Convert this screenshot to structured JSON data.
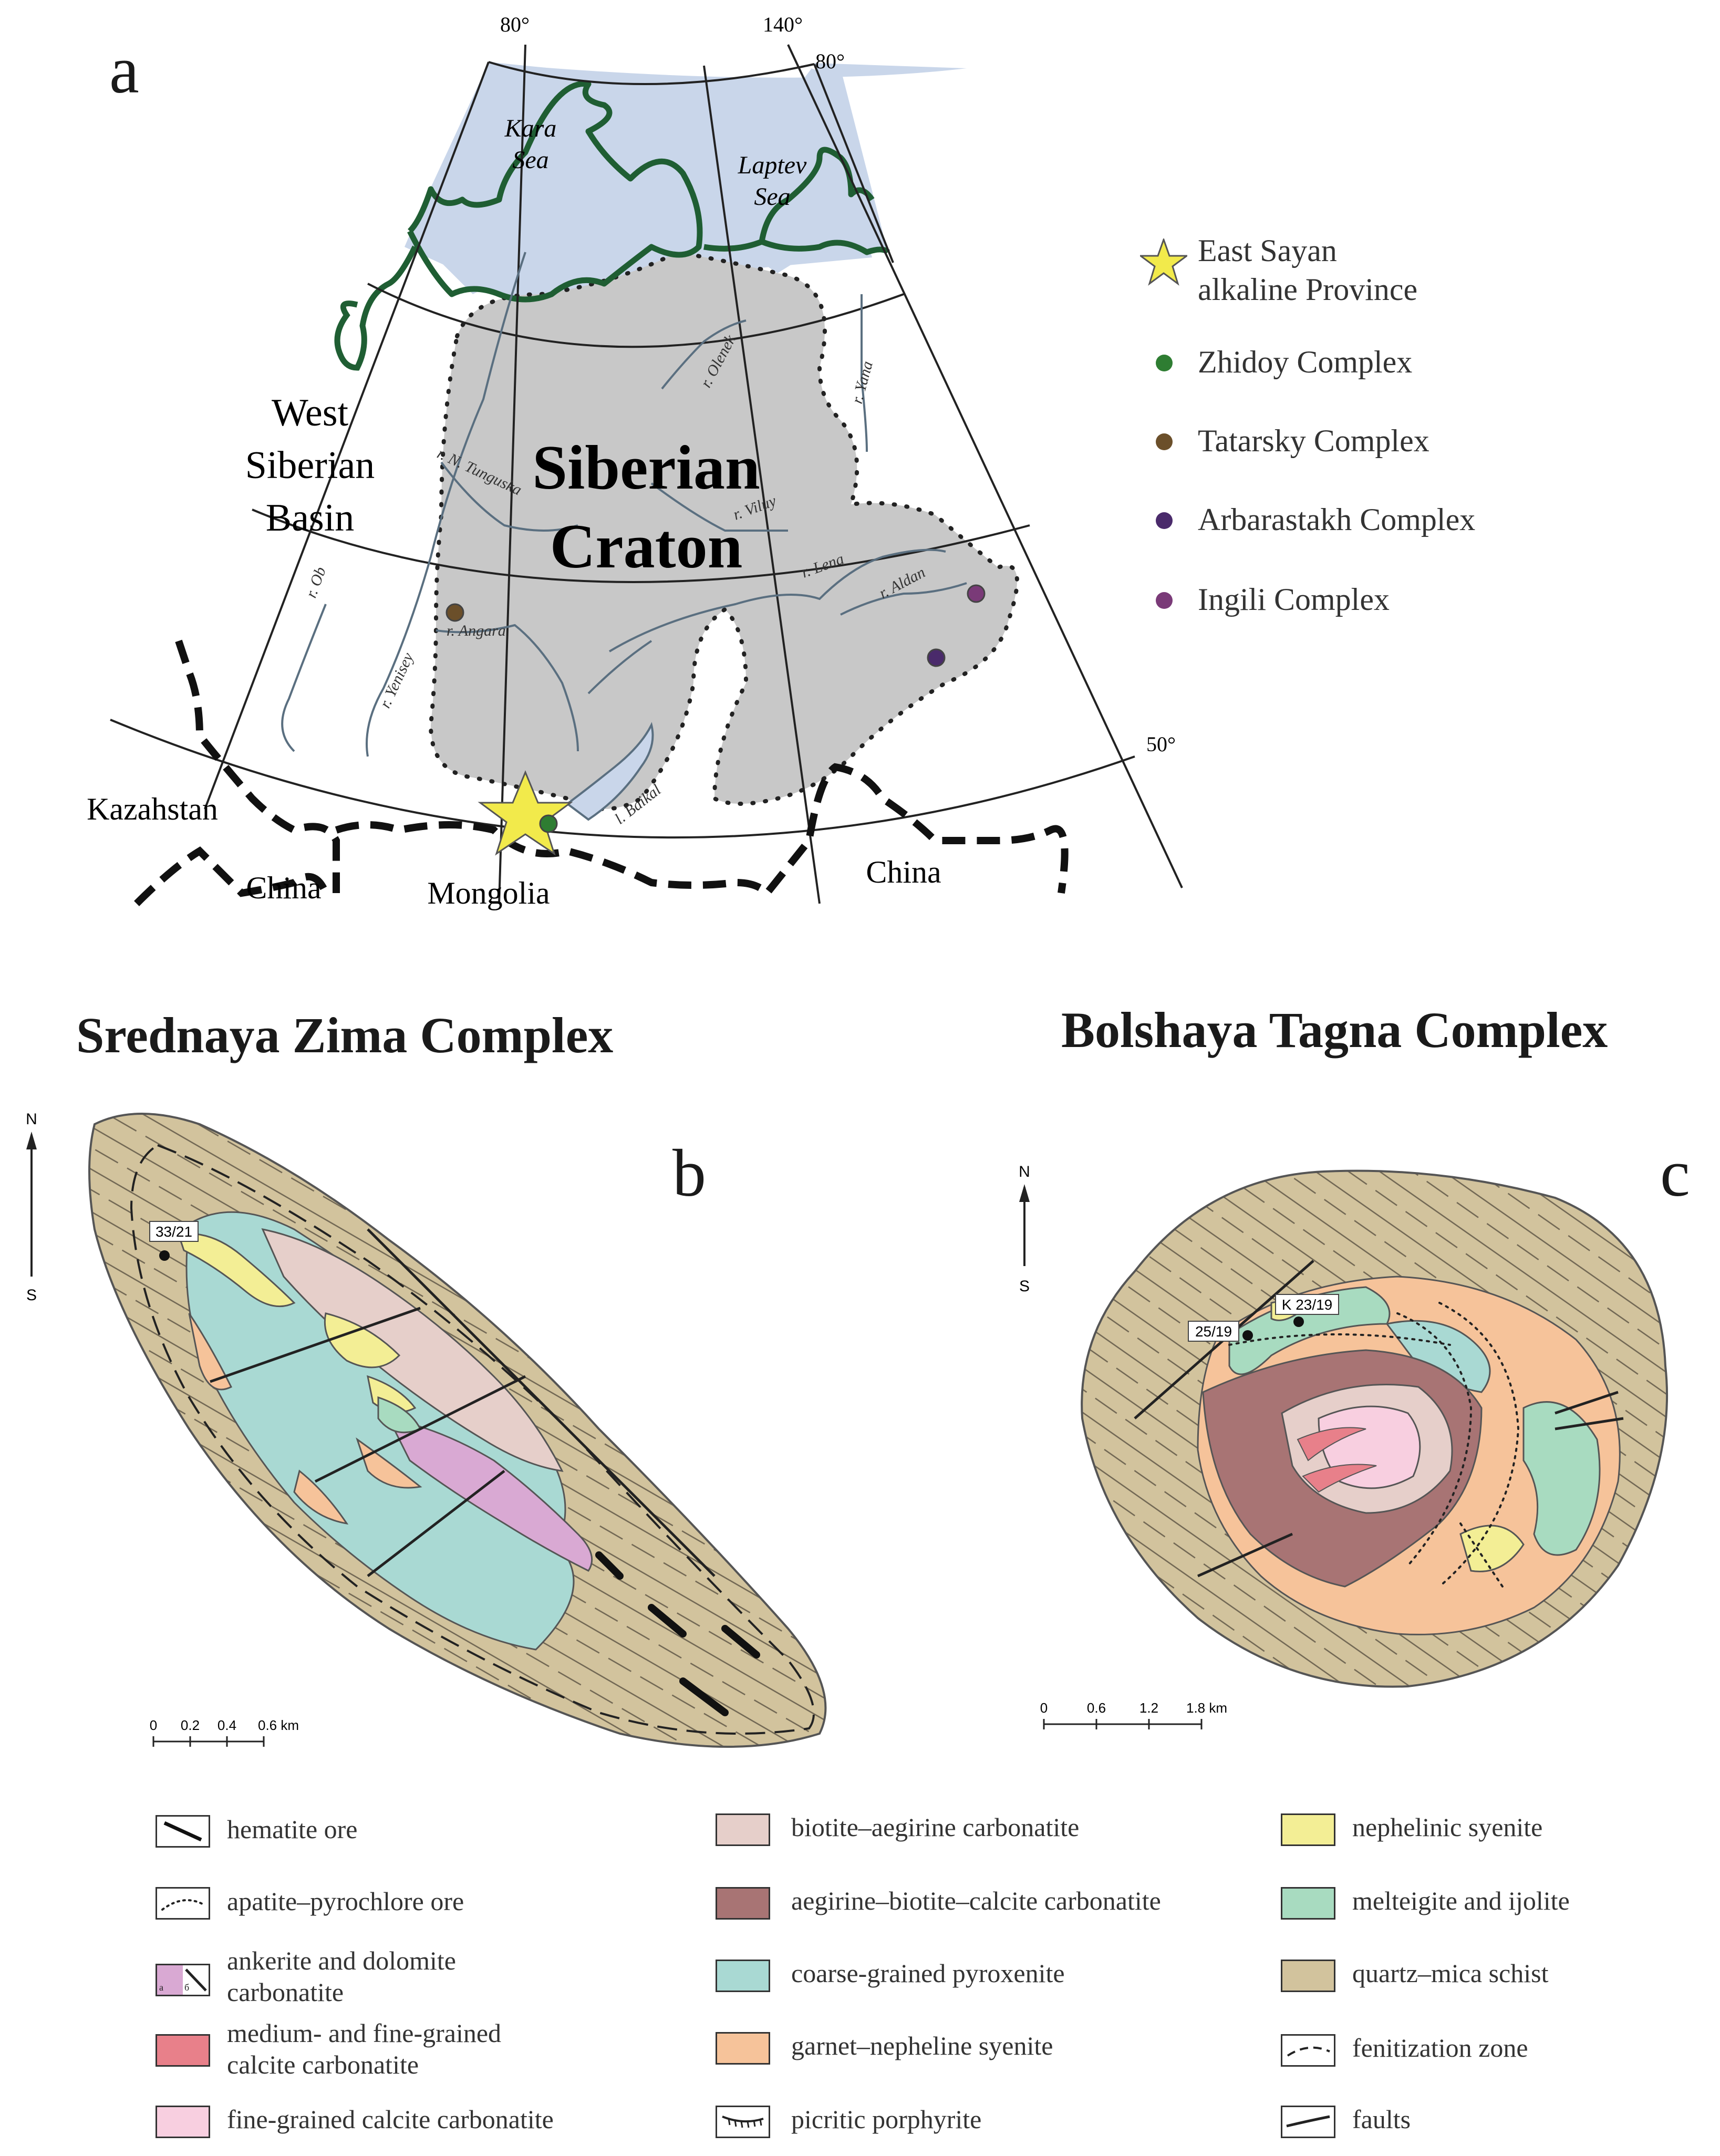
{
  "panels": {
    "a": "a",
    "b": "b",
    "c": "c"
  },
  "map_a": {
    "graticule": {
      "lon_80": "80°",
      "lon_140": "140°",
      "lat_80": "80°",
      "lat_50": "50°"
    },
    "seas": {
      "kara": [
        "Kara",
        "Sea"
      ],
      "laptev": [
        "Laptev",
        "Sea"
      ]
    },
    "region_labels": {
      "west_siberian": [
        "West",
        "Siberian",
        "Basin"
      ],
      "craton": [
        "Siberian",
        "Craton"
      ]
    },
    "rivers": {
      "ob": "r. Ob",
      "yenisey": "r. Yenisey",
      "angara": "r. Angara",
      "n_tunguska": "r. N. Tunguska",
      "olenek": "r. Olenek",
      "yana": "r. Yana",
      "vilyuy": "r. Viluy",
      "lena": "r. Lena",
      "aldan": "r. Aldan",
      "baikal": "l. Baikal"
    },
    "countries": {
      "kazakhstan": "Kazahstan",
      "china_west": "China",
      "mongolia": "Mongolia",
      "china_east": "China"
    },
    "colors": {
      "sea": "#c9d6ea",
      "craton": "#c8c8c8",
      "coast": "#1f5e33",
      "star": "#f2ea4b"
    }
  },
  "key_a": [
    {
      "symbol": "star",
      "color": "#f2ea4b",
      "label": [
        "East Sayan",
        "alkaline Province"
      ]
    },
    {
      "symbol": "dot",
      "color": "#2e7d32",
      "label": [
        "Zhidoy Complex"
      ]
    },
    {
      "symbol": "dot",
      "color": "#6b4f2a",
      "label": [
        "Tatarsky Complex"
      ]
    },
    {
      "symbol": "dot",
      "color": "#4a2a6b",
      "label": [
        "Arbarastakh Complex"
      ]
    },
    {
      "symbol": "dot",
      "color": "#7a3a78",
      "label": [
        "Ingili Complex"
      ]
    }
  ],
  "map_b": {
    "title": "Srednaya Zima Complex",
    "north": "N",
    "south": "S",
    "sample": "33/21",
    "scale": [
      "0",
      "0.2",
      "0.4",
      "0.6 km"
    ]
  },
  "map_c": {
    "title": "Bolshaya Tagna Complex",
    "north": "N",
    "south": "S",
    "samples": [
      "25/19",
      "K 23/19"
    ],
    "scale": [
      "0",
      "0.6",
      "1.2",
      "1.8 km"
    ]
  },
  "legend": {
    "col1": [
      {
        "label": [
          "hematite ore"
        ],
        "style": "hematite"
      },
      {
        "label": [
          "apatite–pyrochlore ore"
        ],
        "style": "apatite"
      },
      {
        "label": [
          "ankerite and dolomite",
          "carbonatite"
        ],
        "style": "ankerite",
        "sub": [
          "a",
          "б"
        ]
      },
      {
        "label": [
          "medium- and fine-grained",
          "calcite carbonatite"
        ],
        "style": "fill",
        "color": "#e8808a"
      },
      {
        "label": [
          "fine-grained calcite carbonatite"
        ],
        "style": "fill",
        "color": "#f8cfe0"
      }
    ],
    "col2": [
      {
        "label": [
          "biotite–aegirine carbonatite"
        ],
        "style": "fill",
        "color": "#e6cfca"
      },
      {
        "label": [
          "aegirine–biotite–calcite carbonatite"
        ],
        "style": "fill",
        "color": "#a87474"
      },
      {
        "label": [
          "coarse-grained pyroxenite"
        ],
        "style": "fill",
        "color": "#a9d9d3"
      },
      {
        "label": [
          "garnet–nepheline syenite"
        ],
        "style": "fill",
        "color": "#f6c39a"
      },
      {
        "label": [
          "picritic porphyrite"
        ],
        "style": "picritic"
      }
    ],
    "col3": [
      {
        "label": [
          "nephelinic syenite"
        ],
        "style": "fill",
        "color": "#f3ee95"
      },
      {
        "label": [
          "melteigite and ijolite"
        ],
        "style": "fill",
        "color": "#a8dbc0"
      },
      {
        "label": [
          "quartz–mica schist"
        ],
        "style": "fill",
        "color": "#d2c39d"
      },
      {
        "label": [
          "fenitization zone"
        ],
        "style": "fenite"
      },
      {
        "label": [
          "faults"
        ],
        "style": "faults"
      }
    ]
  }
}
